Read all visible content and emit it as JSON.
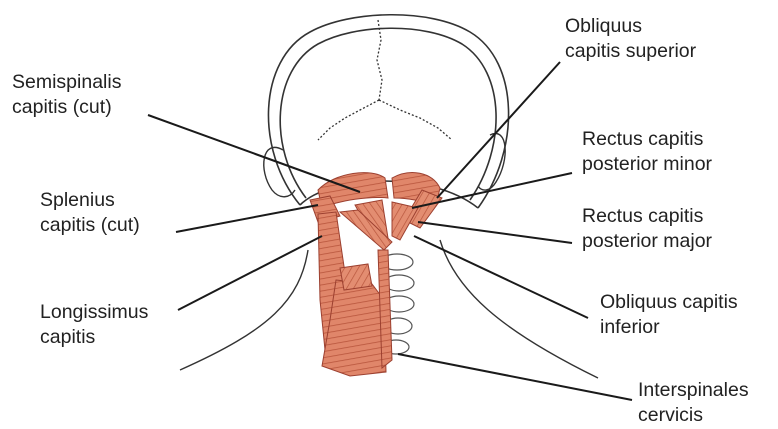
{
  "labels": {
    "semispinalis": [
      "Semispinalis",
      "capitis (cut)"
    ],
    "splenius": [
      "Splenius",
      "capitis (cut)"
    ],
    "longissimus": [
      "Longissimus",
      "capitis"
    ],
    "obliquus_superior": [
      "Obliquus",
      "capitis superior"
    ],
    "rectus_minor": [
      "Rectus capitis",
      "posterior minor"
    ],
    "rectus_major": [
      "Rectus capitis",
      "posterior major"
    ],
    "obliquus_inferior": [
      "Obliquus capitis",
      "inferior"
    ],
    "interspinales": [
      "Interspinales",
      "cervicis"
    ]
  },
  "colors": {
    "muscle": "#e0866a",
    "muscle_dark": "#b8553c",
    "outline": "#333333",
    "leader": "#1a1a1a"
  }
}
